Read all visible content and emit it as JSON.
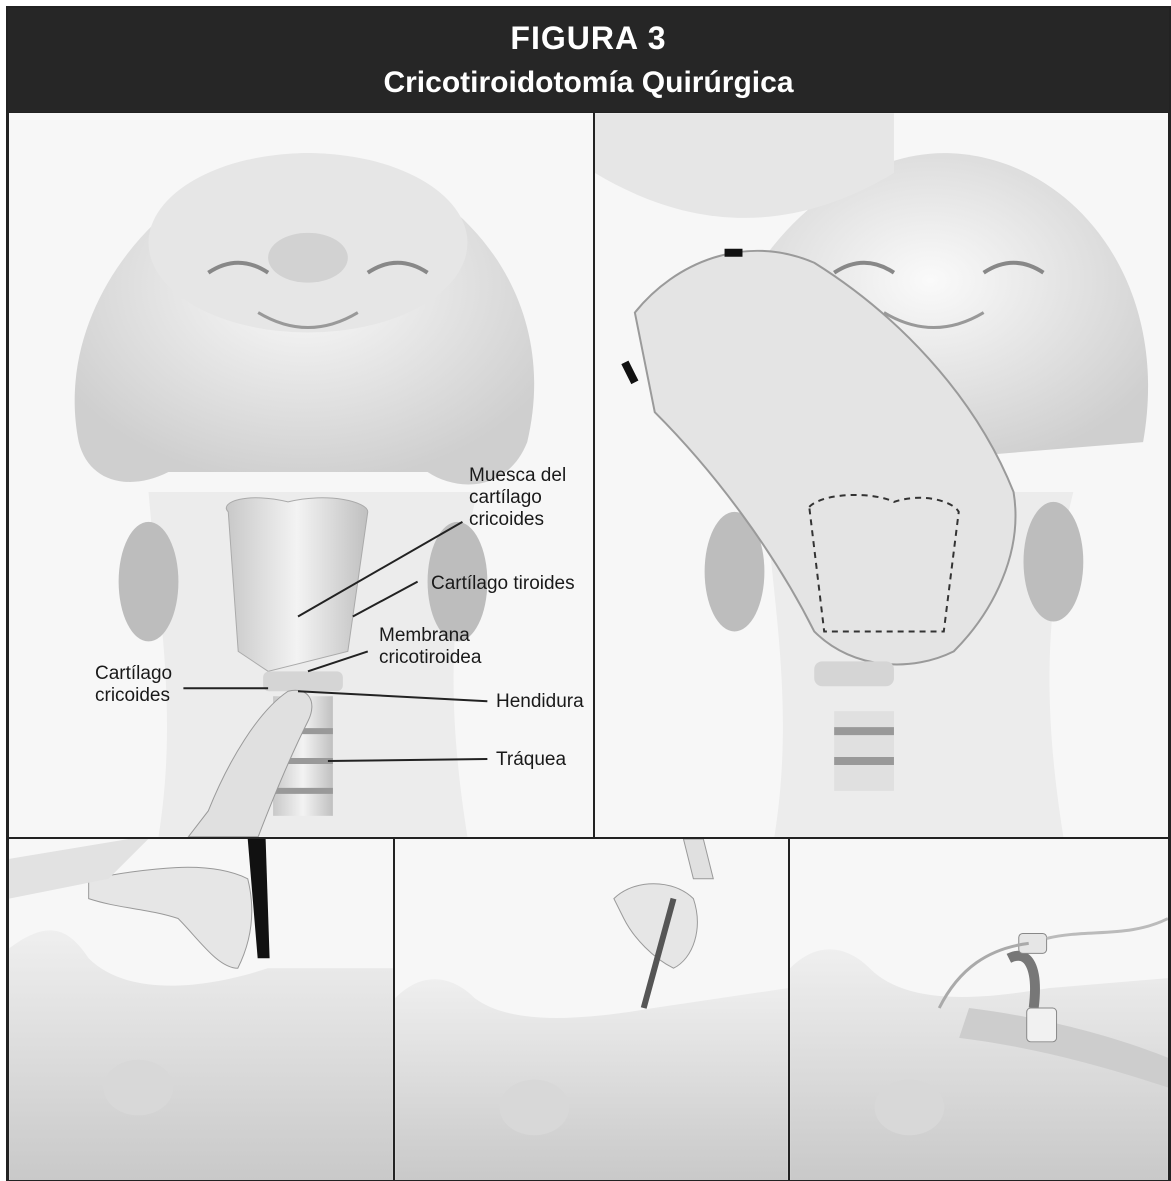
{
  "header": {
    "figure_number": "FIGURA 3",
    "title": "Cricotiroidotomía Quirúrgica"
  },
  "labels": {
    "muesca": [
      "Muesca del",
      "cartílago",
      "cricoides"
    ],
    "tiroides": "Cartílago tiroides",
    "membrana": [
      "Membrana",
      "cricotiroidea"
    ],
    "cricoides": [
      "Cartílago",
      "cricoides"
    ],
    "hendidura": "Hendidura",
    "traquea": "Tráquea"
  },
  "colors": {
    "header_bg": "#262626",
    "header_text": "#ffffff",
    "frame": "#222222"
  }
}
